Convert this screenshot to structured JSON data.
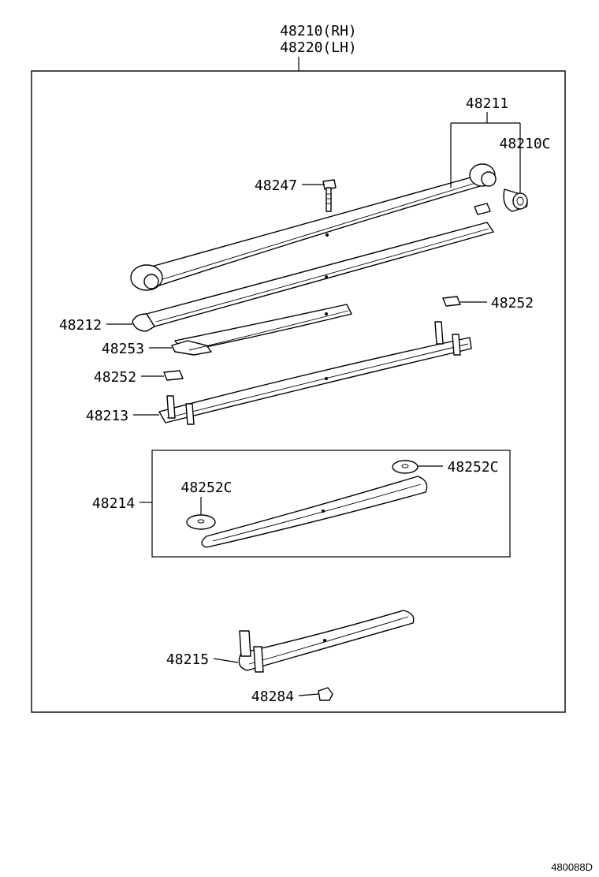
{
  "assembly": {
    "line1": "48210(RH)",
    "line2": "48220(LH)"
  },
  "callouts": {
    "p48211": "48211",
    "p48210C": "48210C",
    "p48247": "48247",
    "p48252a": "48252",
    "p48212": "48212",
    "p48253": "48253",
    "p48252b": "48252",
    "p48213": "48213",
    "p48214": "48214",
    "p48252Ca": "48252C",
    "p48252Cb": "48252C",
    "p48215": "48215",
    "p48284": "48284"
  },
  "diagram_code": "480088D"
}
